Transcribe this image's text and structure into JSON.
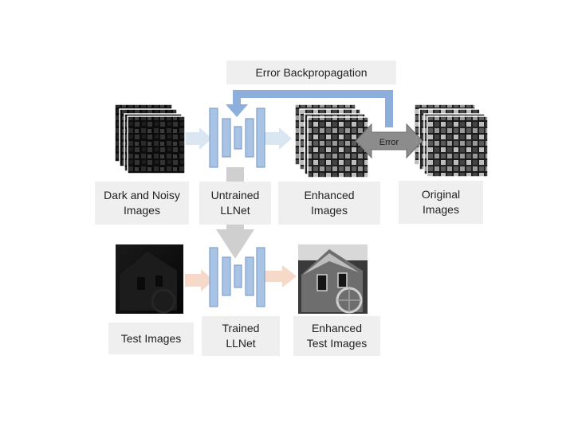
{
  "diagram": {
    "title": "Error Backpropagation",
    "error_label": "Error",
    "labels": {
      "dark_noisy": "Dark and Noisy\nImages",
      "untrained": "Untrained\nLLNet",
      "enhanced": "Enhanced\nImages",
      "original": "Original\nImages",
      "test": "Test Images",
      "trained": "Trained\nLLNet",
      "enhanced_test": "Enhanced\nTest Images"
    },
    "colors": {
      "network_fill": "#a9c3e4",
      "network_stroke": "#7fa0cc",
      "backprop_arrow": "#8eaedb",
      "light_arrow": "#dbe6f3",
      "test_arrow": "#f7d9c9",
      "error_arrow": "#8c8c8c",
      "down_arrow": "#cfcfcf",
      "label_bg": "#efefef"
    }
  }
}
